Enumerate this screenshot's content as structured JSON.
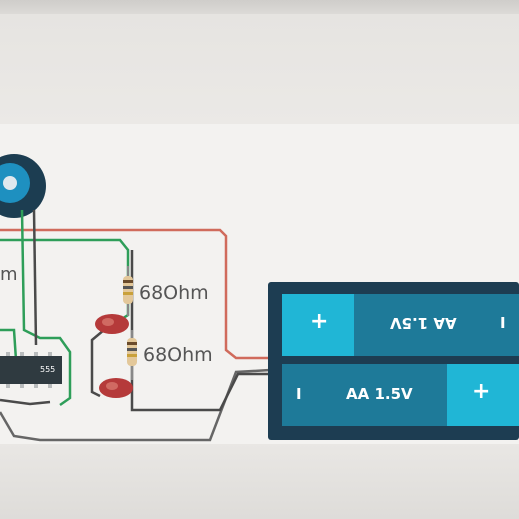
{
  "resistors": [
    {
      "label": "68Ohm"
    },
    {
      "label": "68Ohm"
    }
  ],
  "ic_chip": {
    "label": "555"
  },
  "left_partial_label": "m",
  "battery_pack": {
    "cells": [
      {
        "label": "AA 1.5V",
        "plus": "+",
        "minus": "I"
      },
      {
        "label": "AA 1.5V",
        "plus": "+",
        "minus": "I"
      }
    ]
  },
  "colors": {
    "wire_red": "#d06b5c",
    "wire_green": "#2e9e59",
    "wire_dark": "#4a4a4a",
    "battery_case": "#1d3d52",
    "battery_cell": "#1e7a99",
    "battery_cap": "#20b6d6",
    "led": "#b53a3a"
  }
}
